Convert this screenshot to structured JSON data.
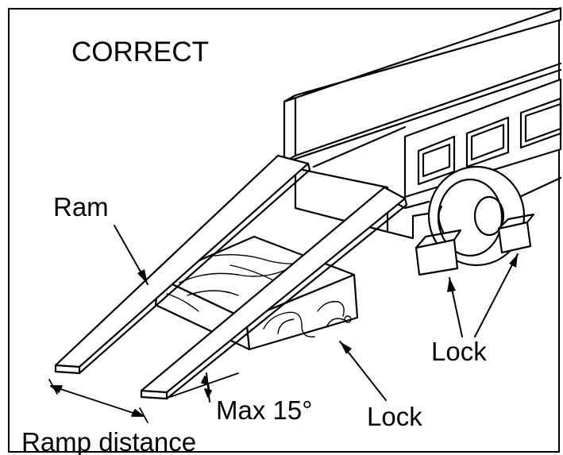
{
  "diagram": {
    "title": "CORRECT",
    "labels": {
      "ramp": "Ram",
      "lock_right": "Lock",
      "max_angle": "Max 15°",
      "lock_center": "Lock",
      "ramp_distance": "Ramp distance"
    }
  }
}
